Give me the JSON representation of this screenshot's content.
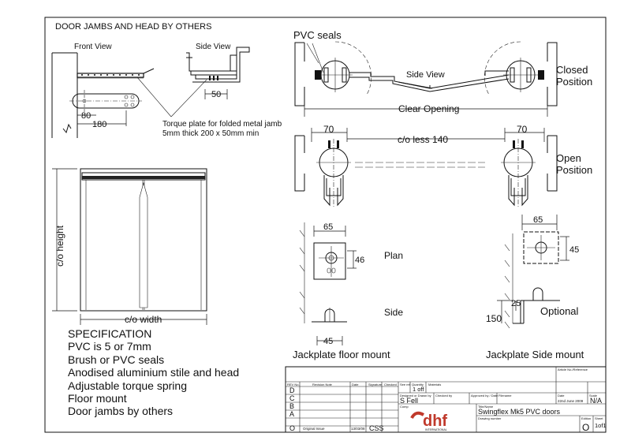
{
  "heading": "DOOR JAMBS AND HEAD BY OTHERS",
  "front_view": {
    "label": "Front View",
    "dim_80": "80",
    "dim_180": "180"
  },
  "side_view": {
    "label": "Side View",
    "dim_50": "50"
  },
  "torque_note": {
    "line1": "Torque plate for folded metal jamb",
    "line2": "5mm thick 200 x 50mm min"
  },
  "closed": {
    "pvc_seals": "PVC seals",
    "position_line1": "Closed",
    "position_line2": "Position",
    "clear_opening": "Clear Opening"
  },
  "open": {
    "dim_70_left": "70",
    "dim_70_right": "70",
    "co_less": "c/o less 140",
    "position_line1": "Open",
    "position_line2": "Position"
  },
  "door": {
    "co_height": "c/o height",
    "co_width": "c/o width"
  },
  "specification": {
    "title": "SPECIFICATION",
    "items": [
      "PVC is 5 or 7mm",
      "Brush or PVC seals",
      "Anodised aluminium stile and head",
      "Adjustable torque spring",
      "Floor mount",
      "Door jambs by others"
    ]
  },
  "floor_mount": {
    "dim_65": "65",
    "dim_46": "46",
    "plan_label": "Plan",
    "side_label": "Side",
    "dim_45": "45",
    "caption": "Jackplate floor mount"
  },
  "side_mount": {
    "dim_65": "65",
    "dim_45": "45",
    "dim_25": "25",
    "dim_150": "150",
    "optional_label": "Optional",
    "caption": "Jackplate Side mount"
  },
  "title_block": {
    "header": {
      "rev_no": "REV No.",
      "revision_note": "Revision Note",
      "date": "Date",
      "signature": "Signature",
      "checked": "Checked",
      "see_ref": "See ref",
      "quantity": "Quantity",
      "materials": "Materials",
      "article_ref": "Article No./Reference",
      "designed_by": "Designed or Drawn by",
      "checked_by": "Checked by",
      "approved_by": "Approved by / Date",
      "filename": "Filename",
      "date2": "Date",
      "scale": "Scale",
      "comp": "Comp",
      "title_hdr": "Title/Name",
      "drawing_number": "Drawing number",
      "edition": "Edition",
      "sheet": "Sheet"
    },
    "quantity_value": "1 off",
    "designer": "S Fell",
    "date_value": "22nd June 2009",
    "scale_value": "N/A",
    "title_value": "Swingflex Mk5 PVC doors",
    "edition_value": "O",
    "sheet_value": "1of1",
    "revisions": [
      {
        "rev": "D",
        "note": "",
        "date": "",
        "sig": ""
      },
      {
        "rev": "C",
        "note": "",
        "date": "",
        "sig": ""
      },
      {
        "rev": "B",
        "note": "",
        "date": "",
        "sig": ""
      },
      {
        "rev": "A",
        "note": "",
        "date": "",
        "sig": ""
      },
      {
        "rev": "O",
        "note": "Original Issue",
        "date": "13/03/08",
        "sig": "CSS"
      }
    ],
    "logo_text": "dhf",
    "logo_sub": "INTERNATIONAL"
  }
}
